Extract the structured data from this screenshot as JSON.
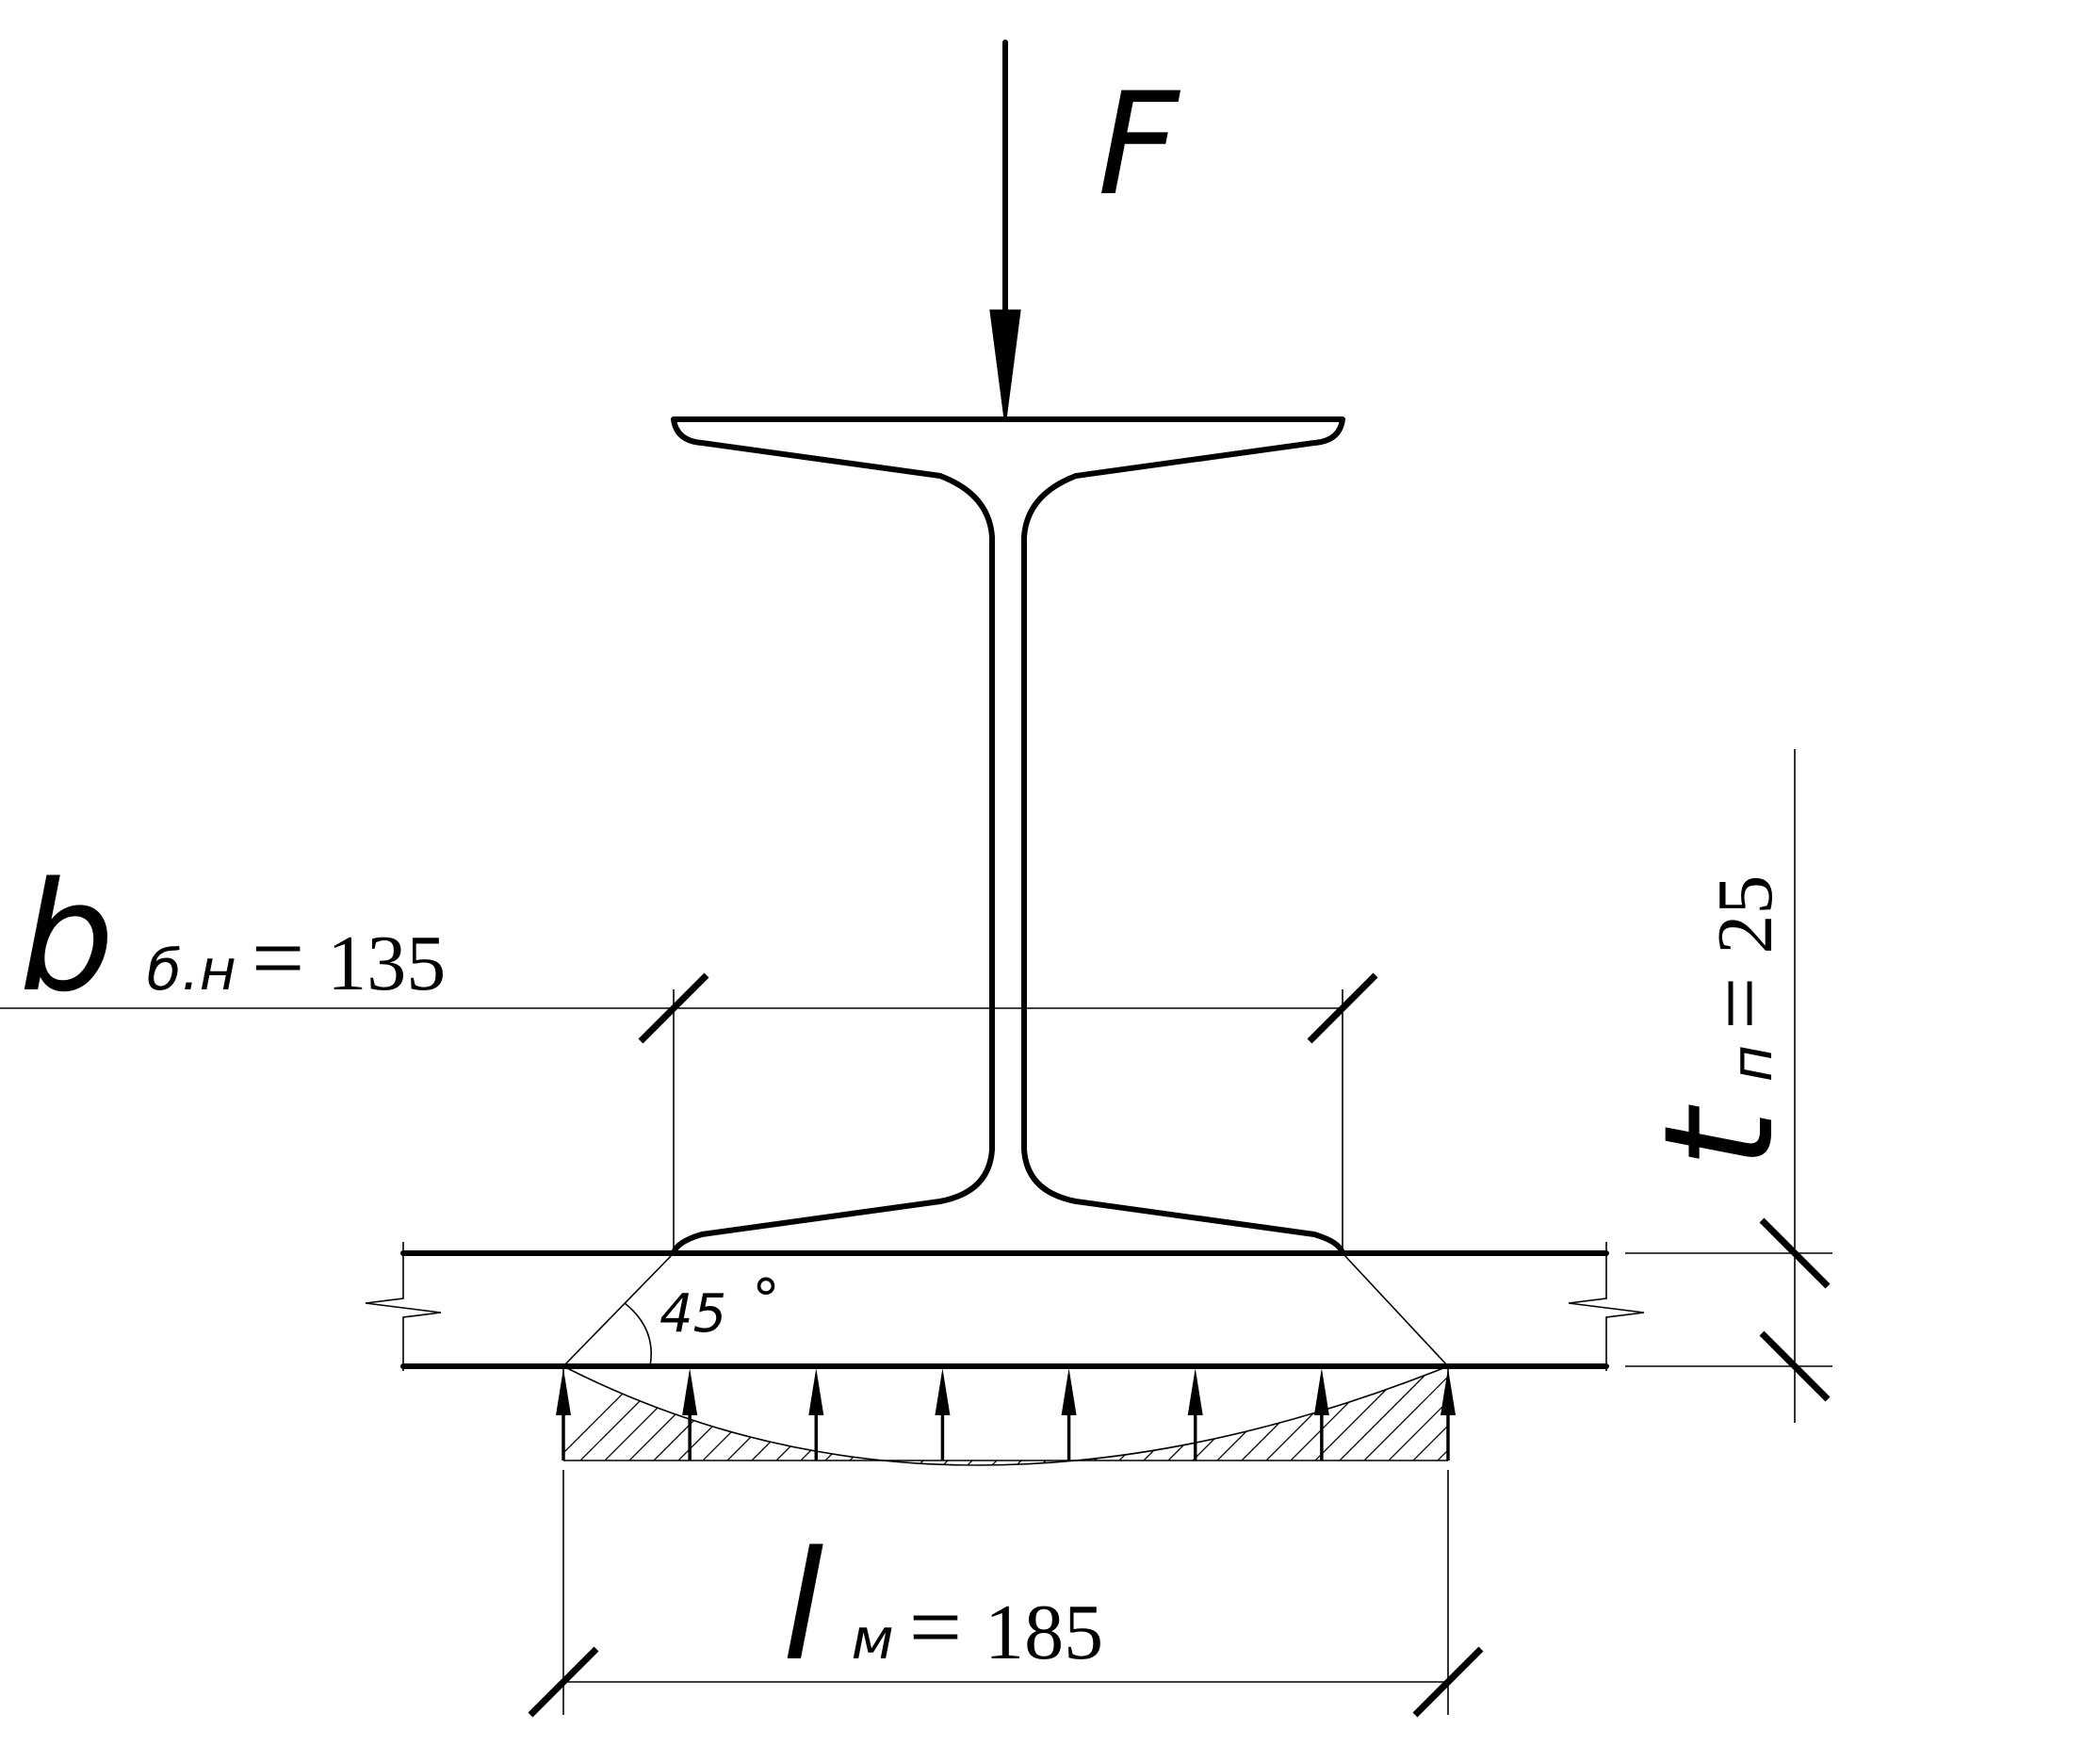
{
  "load": {
    "symbol": "F"
  },
  "flange_width": {
    "symbol": "b",
    "subscript": "б.н",
    "equals": "=",
    "value": "135"
  },
  "plate_thickness": {
    "symbol": "t",
    "subscript": "п",
    "equals": "=",
    "value": "25"
  },
  "distribution_length": {
    "symbol": "l",
    "subscript": "м",
    "equals": "=",
    "value": "185"
  },
  "spread_angle": {
    "value": "45",
    "unit": "°"
  },
  "reaction_arrow_count": 8
}
